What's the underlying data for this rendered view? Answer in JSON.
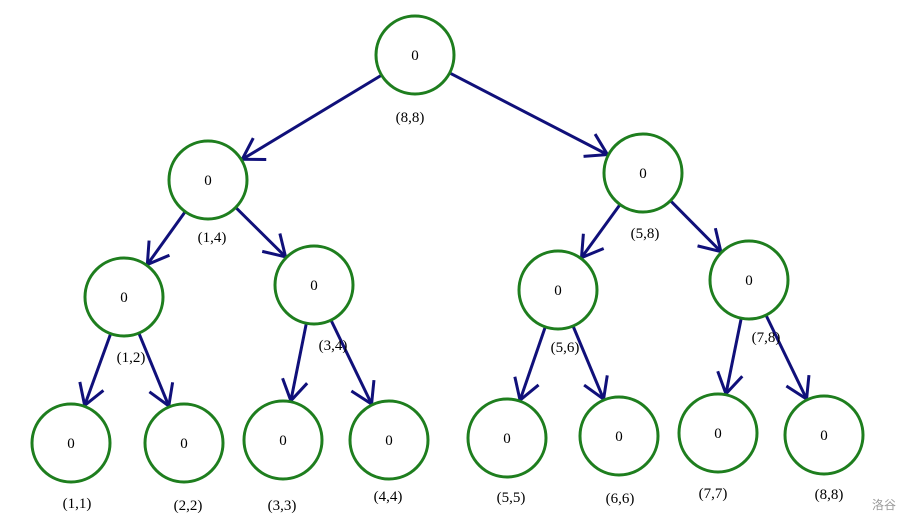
{
  "colors": {
    "circle": "#1e7e1e",
    "edge": "#10107a"
  },
  "nodes": [
    {
      "id": "n-8-8-root",
      "value": "0",
      "label": "(8,8)"
    },
    {
      "id": "n-1-4",
      "value": "0",
      "label": "(1,4)"
    },
    {
      "id": "n-5-8",
      "value": "0",
      "label": "(5,8)"
    },
    {
      "id": "n-1-2",
      "value": "0",
      "label": "(1,2)"
    },
    {
      "id": "n-3-4",
      "value": "0",
      "label": "(3,4)"
    },
    {
      "id": "n-5-6",
      "value": "0",
      "label": "(5,6)"
    },
    {
      "id": "n-7-8",
      "value": "0",
      "label": "(7,8)"
    },
    {
      "id": "n-1-1",
      "value": "0",
      "label": "(1,1)"
    },
    {
      "id": "n-2-2",
      "value": "0",
      "label": "(2,2)"
    },
    {
      "id": "n-3-3",
      "value": "0",
      "label": "(3,3)"
    },
    {
      "id": "n-4-4",
      "value": "0",
      "label": "(4,4)"
    },
    {
      "id": "n-5-5",
      "value": "0",
      "label": "(5,5)"
    },
    {
      "id": "n-6-6",
      "value": "0",
      "label": "(6,6)"
    },
    {
      "id": "n-7-7",
      "value": "0",
      "label": "(7,7)"
    },
    {
      "id": "n-8-8",
      "value": "0",
      "label": "(8,8)"
    }
  ],
  "edges": [
    [
      "n-8-8-root",
      "n-1-4"
    ],
    [
      "n-8-8-root",
      "n-5-8"
    ],
    [
      "n-1-4",
      "n-1-2"
    ],
    [
      "n-1-4",
      "n-3-4"
    ],
    [
      "n-5-8",
      "n-5-6"
    ],
    [
      "n-5-8",
      "n-7-8"
    ],
    [
      "n-1-2",
      "n-1-1"
    ],
    [
      "n-1-2",
      "n-2-2"
    ],
    [
      "n-3-4",
      "n-3-3"
    ],
    [
      "n-3-4",
      "n-4-4"
    ],
    [
      "n-5-6",
      "n-5-5"
    ],
    [
      "n-5-6",
      "n-6-6"
    ],
    [
      "n-7-8",
      "n-7-7"
    ],
    [
      "n-7-8",
      "n-8-8"
    ]
  ],
  "watermark": "洛谷"
}
